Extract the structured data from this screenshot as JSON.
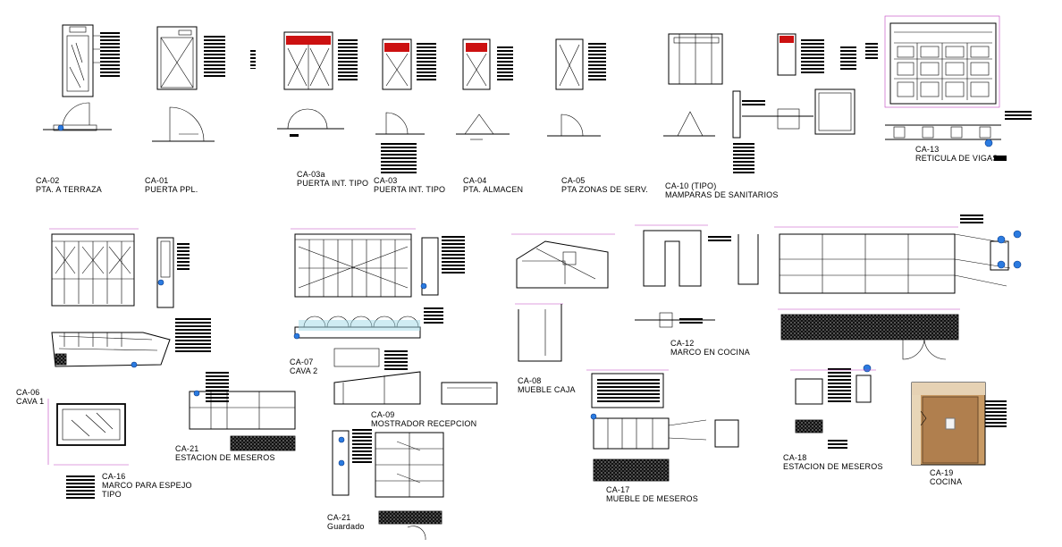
{
  "sheet": {
    "labels": [
      {
        "id": "ca02",
        "lines": [
          "CA-02",
          "PTA. A TERRAZA"
        ]
      },
      {
        "id": "ca01",
        "lines": [
          "CA-01",
          "PUERTA PPL."
        ]
      },
      {
        "id": "ca03a",
        "lines": [
          "CA-03a",
          "PUERTA INT. TIPO"
        ]
      },
      {
        "id": "ca03",
        "lines": [
          "CA-03",
          "PUERTA INT. TIPO"
        ]
      },
      {
        "id": "ca04",
        "lines": [
          "CA-04",
          "PTA. ALMACEN"
        ]
      },
      {
        "id": "ca05",
        "lines": [
          "CA-05",
          "PTA ZONAS DE SERV."
        ]
      },
      {
        "id": "ca10",
        "lines": [
          "CA-10 (TIPO)",
          "MAMPARAS DE SANITARIOS"
        ]
      },
      {
        "id": "ca13",
        "lines": [
          "CA-13",
          "RETICULA DE VIGAS"
        ]
      },
      {
        "id": "ca06",
        "lines": [
          "CA-06",
          "CAVA 1"
        ]
      },
      {
        "id": "ca07",
        "lines": [
          "CA-07",
          "CAVA 2"
        ]
      },
      {
        "id": "ca08",
        "lines": [
          "CA-08",
          "MUEBLE CAJA"
        ]
      },
      {
        "id": "ca12",
        "lines": [
          "CA-12",
          "MARCO EN COCINA"
        ]
      },
      {
        "id": "ca09",
        "lines": [
          "CA-09",
          "MOSTRADOR RECEPCION"
        ]
      },
      {
        "id": "ca21a",
        "lines": [
          "CA-21",
          "ESTACION DE MESEROS"
        ]
      },
      {
        "id": "ca16",
        "lines": [
          "CA-16",
          "MARCO PARA ESPEJO",
          "TIPO"
        ]
      },
      {
        "id": "ca17",
        "lines": [
          "CA-17",
          "MUEBLE DE MESEROS"
        ]
      },
      {
        "id": "ca18",
        "lines": [
          "CA-18",
          "ESTACION DE MESEROS"
        ]
      },
      {
        "id": "ca19",
        "lines": [
          "CA-19",
          "COCINA"
        ]
      },
      {
        "id": "ca21b",
        "lines": [
          "CA-21",
          "Guardado"
        ]
      }
    ]
  }
}
